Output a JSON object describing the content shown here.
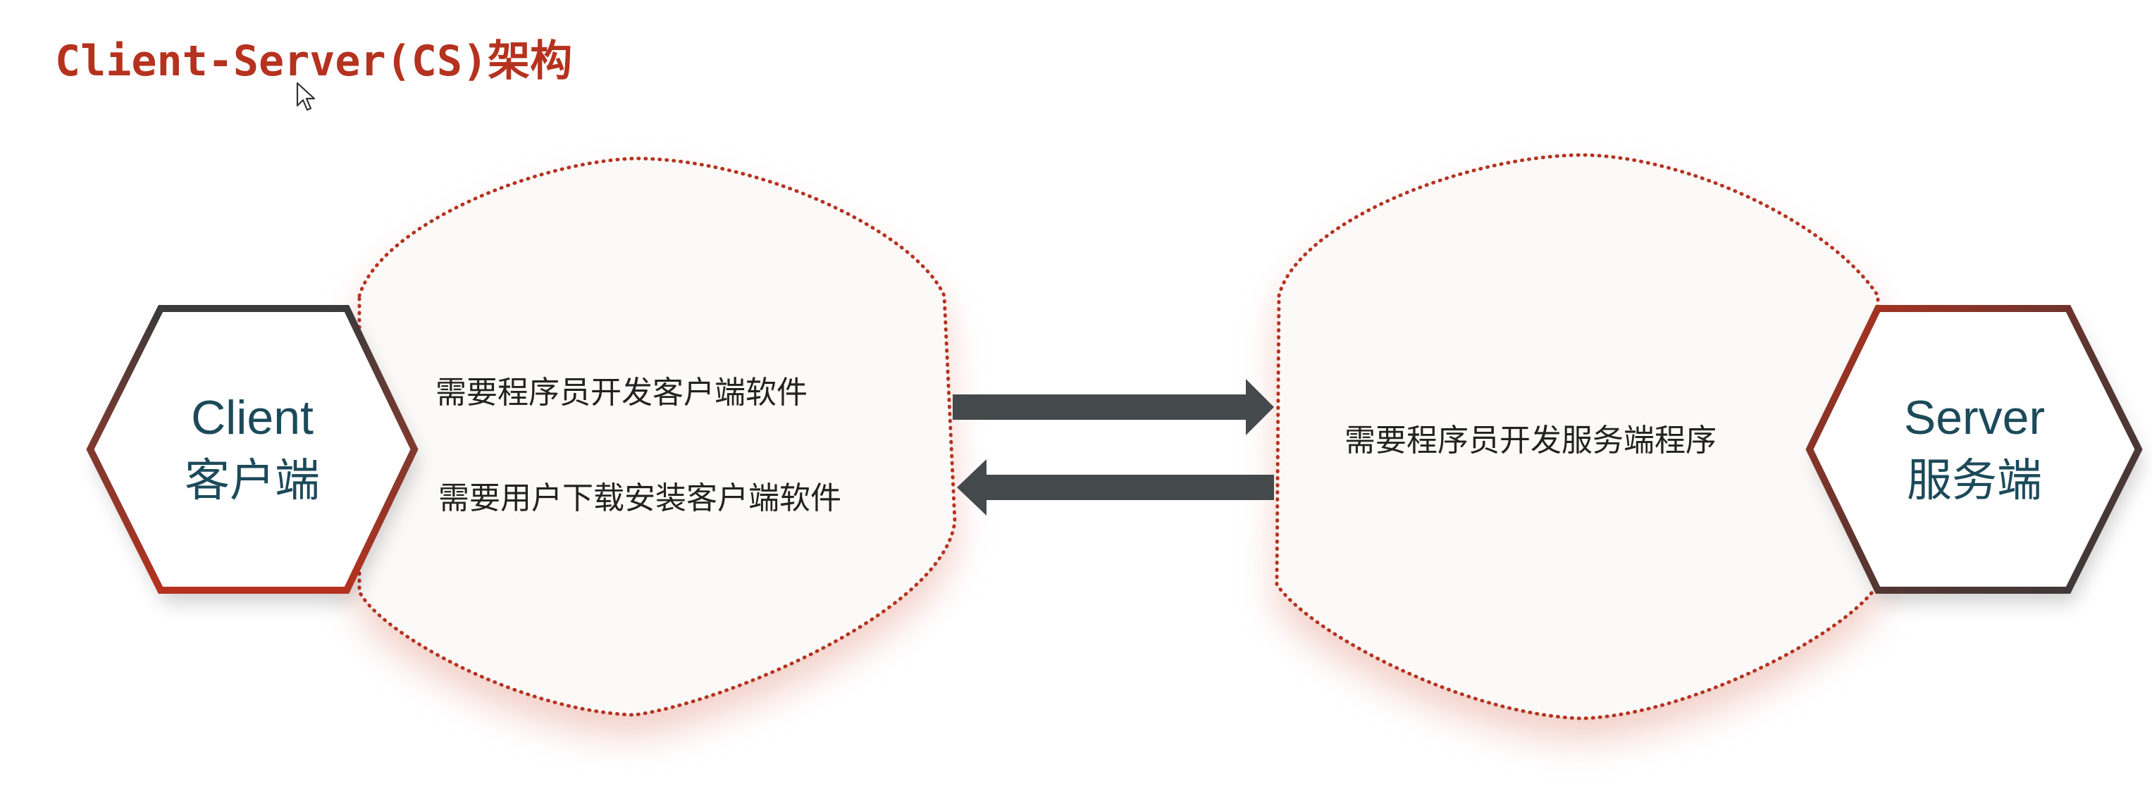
{
  "title": "Client-Server(CS)架构",
  "client": {
    "name_en": "Client",
    "name_zh": "客户端",
    "notes": [
      "需要程序员开发客户端软件",
      "需要用户下载安装客户端软件"
    ]
  },
  "server": {
    "name_en": "Server",
    "name_zh": "服务端",
    "notes": [
      "需要程序员开发服务端程序"
    ]
  },
  "arrows": [
    {
      "direction": "client-to-server"
    },
    {
      "direction": "server-to-client"
    }
  ],
  "colors": {
    "title": "#b5321f",
    "hex_border_dark": "#3a3a3a",
    "hex_border_red": "#b5321f",
    "hex_text": "#1c4a5a",
    "blob_dots": "#b5321f",
    "blob_fill": "#fbfaf8",
    "blob_shadow": "#e9a79a",
    "note_text": "#222222",
    "arrow": "#444a4c"
  },
  "icons": [
    "cursor-pointer-icon"
  ]
}
